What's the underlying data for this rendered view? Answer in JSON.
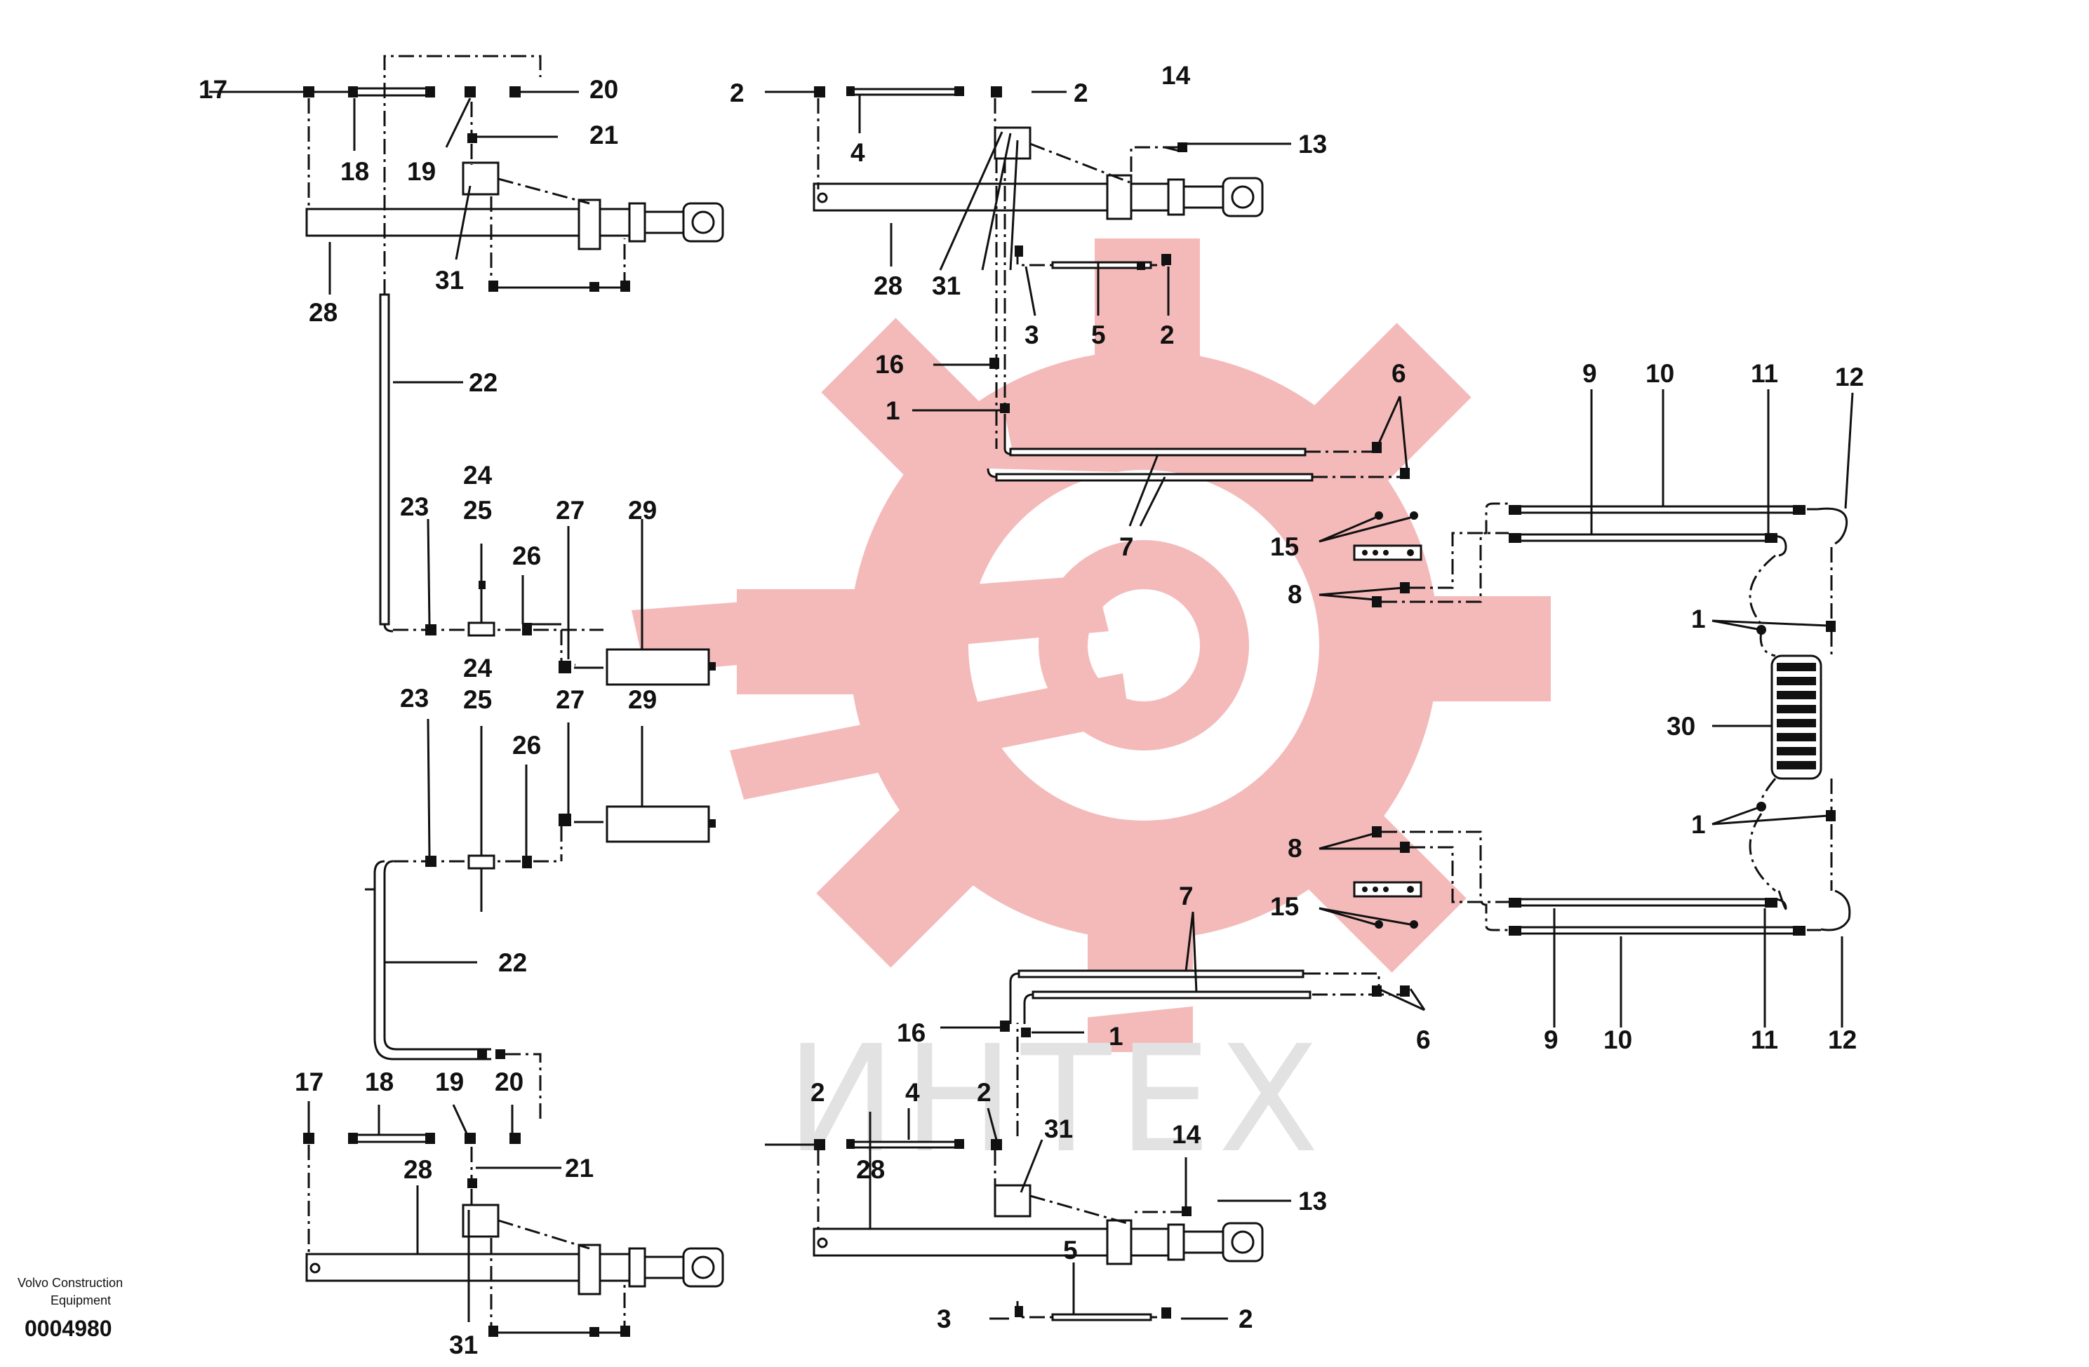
{
  "watermark": {
    "text": "ИНТЕХ",
    "gear_color": "#f3b3b3",
    "text_color": "#e2e2e2"
  },
  "credit": {
    "line1": "Volvo Construction",
    "line2": "Equipment"
  },
  "part_number": "0004980",
  "callouts": {
    "tl": [
      "17",
      "18",
      "19",
      "20",
      "21",
      "31",
      "28",
      "22"
    ],
    "tc": [
      "2",
      "4",
      "2",
      "14",
      "13",
      "28",
      "31",
      "3",
      "5",
      "2",
      "16",
      "1",
      "7"
    ],
    "mid": [
      "23",
      "24",
      "25",
      "26",
      "27",
      "29"
    ],
    "mid2": [
      "24",
      "23",
      "25",
      "26",
      "27",
      "29",
      "22"
    ],
    "bl": [
      "17",
      "18",
      "19",
      "20",
      "21",
      "28",
      "31"
    ],
    "bc": [
      "7",
      "16",
      "1",
      "2",
      "4",
      "2",
      "31",
      "14",
      "13",
      "28",
      "5",
      "3",
      "2"
    ],
    "right_top": [
      "6",
      "15",
      "8",
      "9",
      "10",
      "11",
      "12",
      "1"
    ],
    "right_mid": [
      "30",
      "1"
    ],
    "right_bot": [
      "8",
      "15",
      "6",
      "9",
      "10",
      "11",
      "12"
    ]
  }
}
